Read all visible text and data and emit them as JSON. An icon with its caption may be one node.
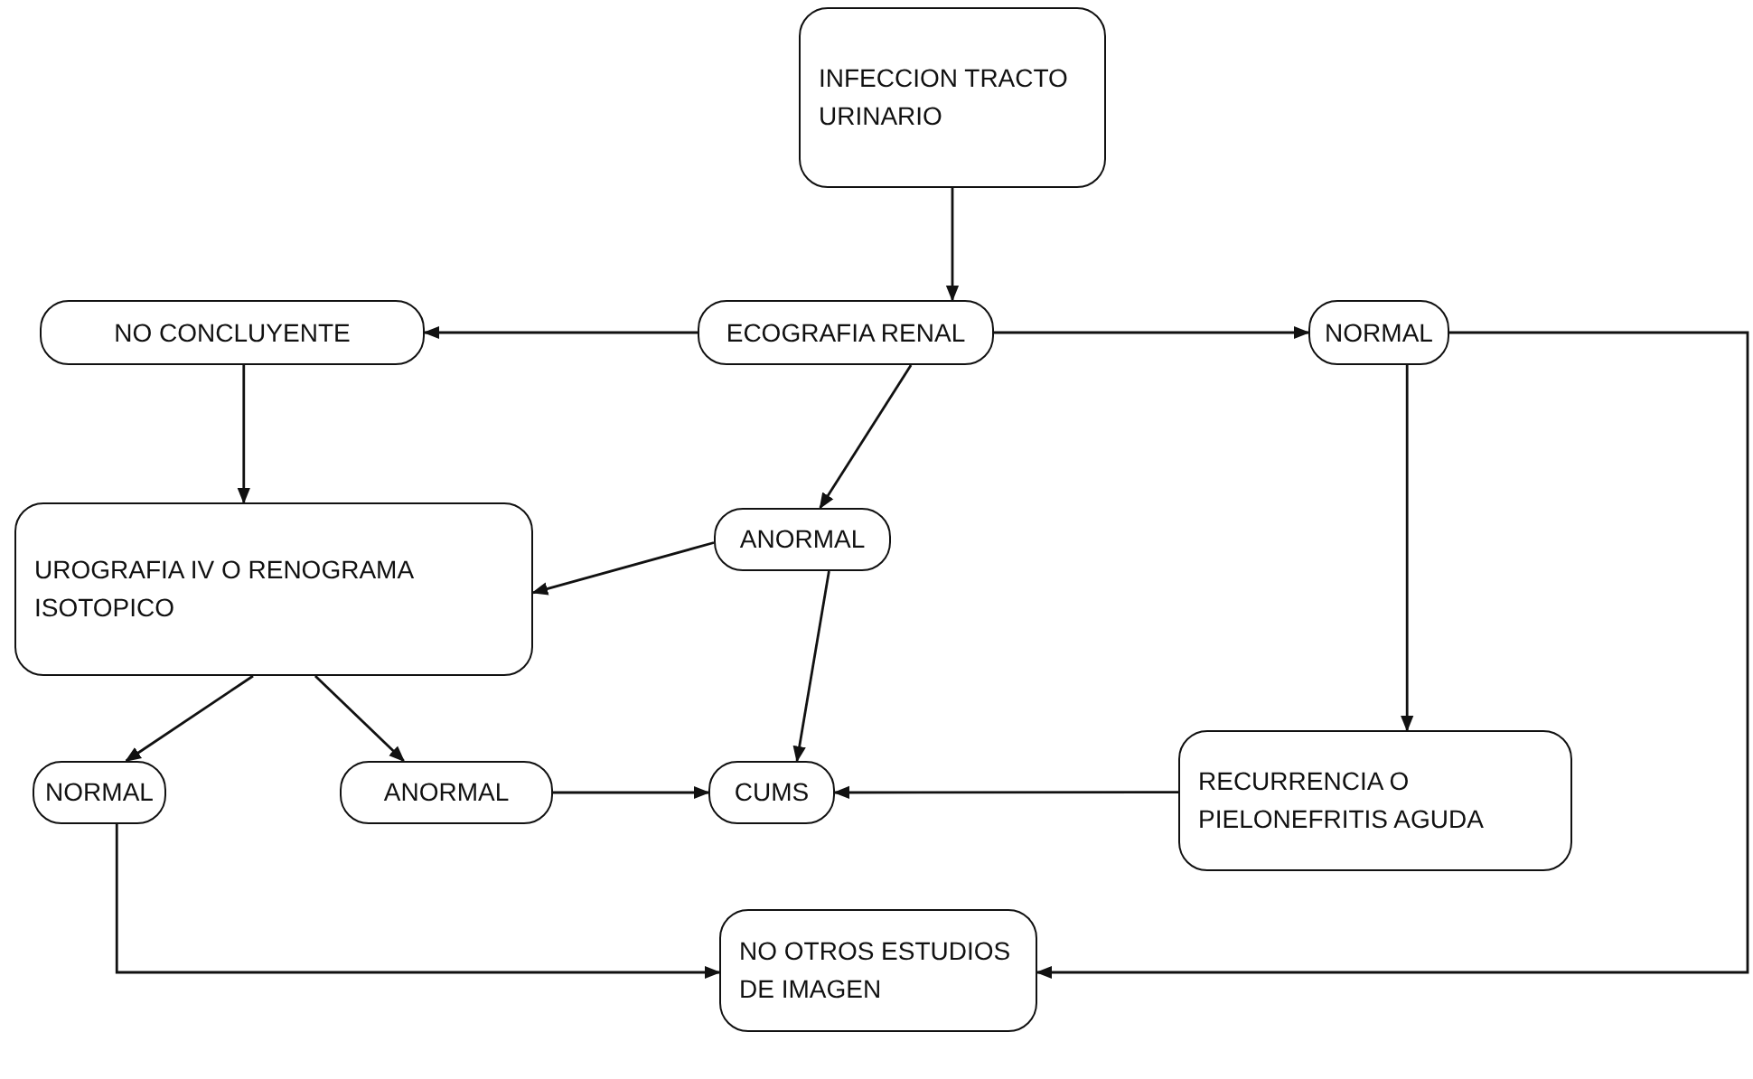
{
  "diagram": {
    "nodes": [
      {
        "text": [
          "INFECCION TRACTO URINARIO"
        ]
      },
      {
        "text": [
          "ECOGRAFIA RENAL"
        ]
      },
      {
        "text": [
          "NO CONCLUYENTE"
        ]
      },
      {
        "text": [
          "NORMAL"
        ]
      },
      {
        "text": [
          "ANORMAL"
        ]
      },
      {
        "text": [
          "UROGRAFIA IV O RENOGRAMA ISOTOPICO"
        ]
      },
      {
        "text": [
          "NORMAL"
        ]
      },
      {
        "text": [
          "ANORMAL"
        ]
      },
      {
        "text": [
          "CUMS"
        ]
      },
      {
        "text": [
          "RECURRENCIA O PIELONEFRITIS AGUDA"
        ]
      },
      {
        "text": [
          "NO OTROS ESTUDIOS DE IMAGEN"
        ]
      }
    ],
    "edges": [
      {
        "from": 0,
        "to": 1,
        "arrow": "to"
      },
      {
        "from": 1,
        "to": 2,
        "arrow": "to"
      },
      {
        "from": 1,
        "to": 3,
        "arrow": "to"
      },
      {
        "from": 1,
        "to": 4,
        "arrow": "to"
      },
      {
        "from": 3,
        "to": 10,
        "arrow": "to"
      },
      {
        "from": 3,
        "to": 9,
        "arrow": "to"
      },
      {
        "from": 2,
        "to": 5,
        "arrow": "to"
      },
      {
        "from": 4,
        "to": 5,
        "arrow": "to"
      },
      {
        "from": 4,
        "to": 8,
        "arrow": "to"
      },
      {
        "from": 5,
        "to": 6,
        "arrow": "to"
      },
      {
        "from": 5,
        "to": 7,
        "arrow": "to"
      },
      {
        "from": 7,
        "to": 8,
        "arrow": "to"
      },
      {
        "from": 9,
        "to": 8,
        "arrow": "to"
      },
      {
        "from": 6,
        "to": 10,
        "arrow": "to"
      }
    ]
  }
}
